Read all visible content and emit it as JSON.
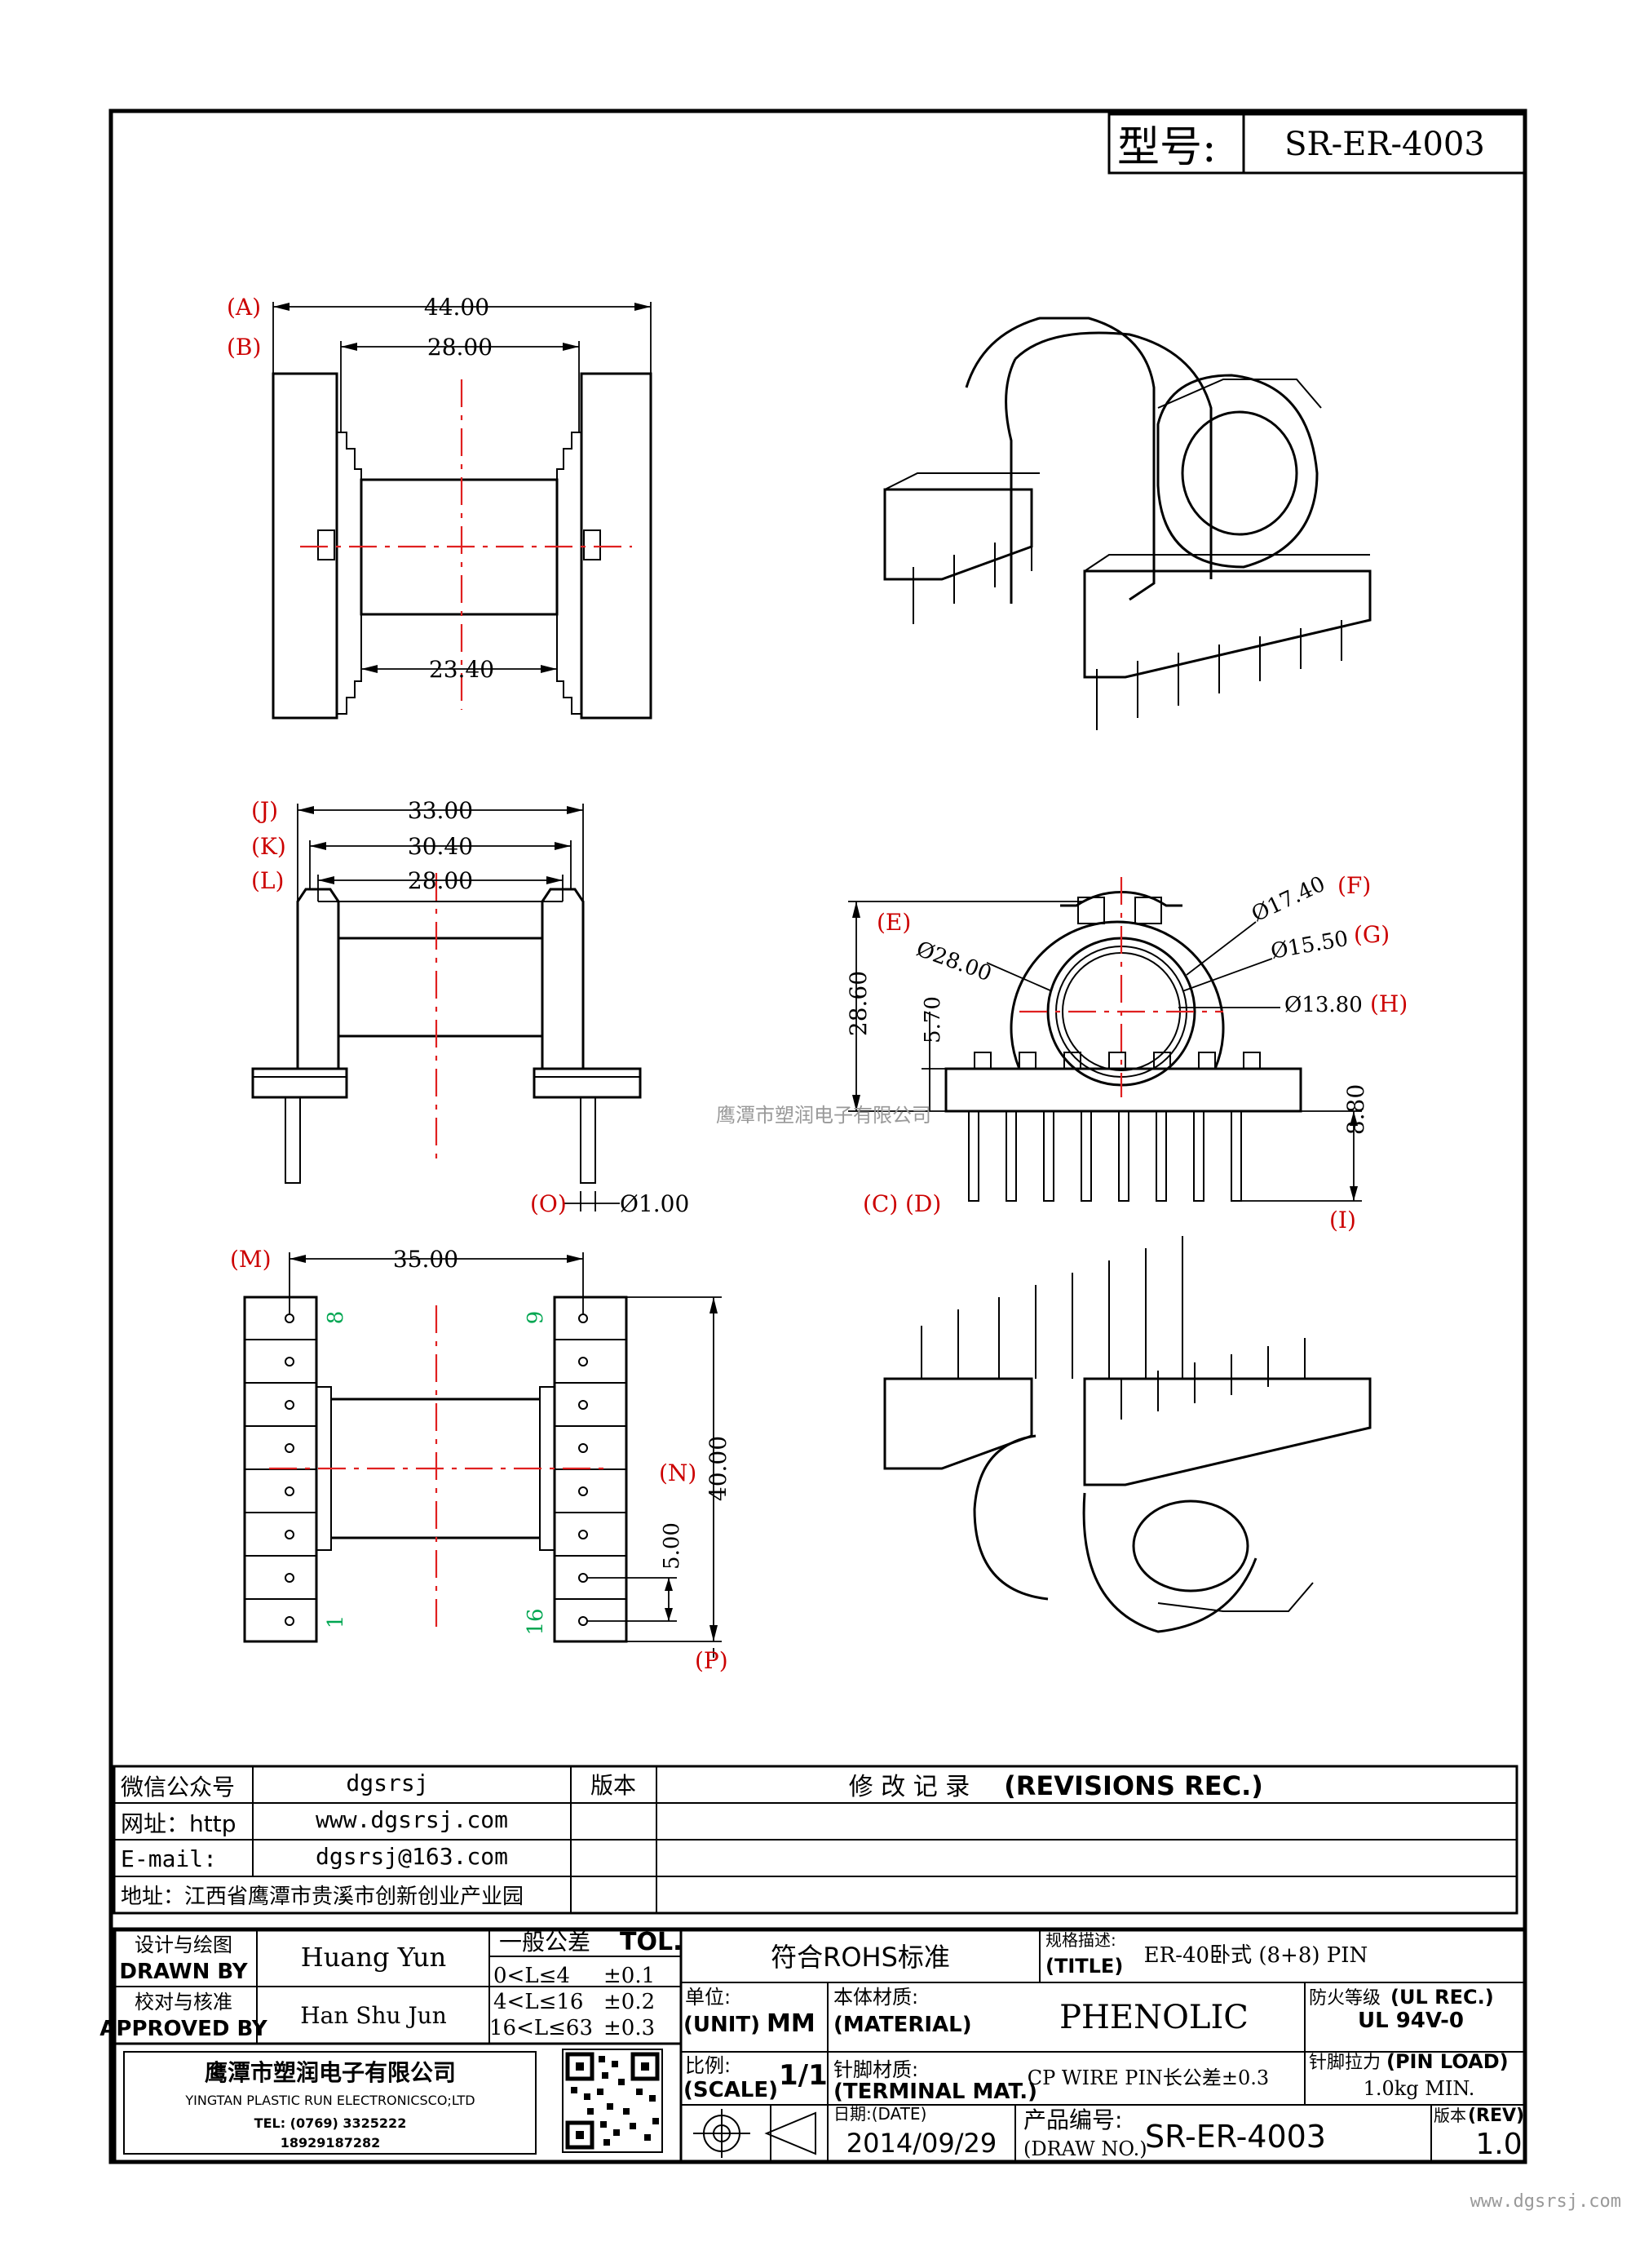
{
  "header": {
    "model_label": "型号:",
    "model_value": "SR-ER-4003"
  },
  "dims": {
    "A": "(A)",
    "A_val": "44.00",
    "B": "(B)",
    "B_val": "28.00",
    "C_under": "23.40",
    "J": "(J)",
    "J_val": "33.00",
    "K": "(K)",
    "K_val": "30.40",
    "L": "(L)",
    "L_val": "28.00",
    "O": "(O)",
    "O_val": "Ø1.00",
    "M": "(M)",
    "M_val": "35.00",
    "N": "(N)",
    "N_val": "40.00",
    "P": "(P)",
    "pitch_val": "5.00",
    "E": "(E)",
    "E_val": "Ø28.00",
    "F": "(F)",
    "F_val": "Ø17.40",
    "G": "(G)",
    "G_val": "Ø15.50",
    "H": "(H)",
    "H_val": "Ø13.80",
    "C": "(C)",
    "D": "(D)",
    "I": "(I)",
    "height_val": "28.60",
    "base_val": "5.70",
    "pin_val": "8.80"
  },
  "pins": {
    "p8": "8",
    "p9": "9",
    "p1": "1",
    "p16": "16"
  },
  "watermark": "鹰潭市塑润电子有限公司",
  "contact": {
    "wechat_label": "微信公众号",
    "wechat_value": "dgsrsj",
    "web_label": "网址：http",
    "web_value": "www.dgsrsj.com",
    "email_label": "E-mail:",
    "email_value": "dgsrsj@163.com",
    "address": "地址：江西省鹰潭市贵溪市创新创业产业园",
    "rev_col": "版本",
    "rev_title_cn": "修 改 记 录",
    "rev_title_en": "(REVISIONS REC.)"
  },
  "titleblock": {
    "drawn_cn": "设计与绘图",
    "drawn_en": "DRAWN BY",
    "drawn_name": "Huang Yun",
    "approved_cn": "校对与核准",
    "approved_en": "APPROVED BY",
    "approved_name": "Han Shu Jun",
    "tol_cn": "一般公差",
    "tol_en": "TOL.",
    "tol_rows": [
      {
        "range": "0<L≤4",
        "val": "±0.1"
      },
      {
        "range": "4<L≤16",
        "val": "±0.2"
      },
      {
        "range": "16<L≤63",
        "val": "±0.3"
      }
    ],
    "rohs": "符合ROHS标准",
    "title_cn": "规格描述:",
    "title_en": "(TITLE)",
    "title_value": "ER-40卧式 (8+8) PIN",
    "unit_cn": "单位:",
    "unit_en": "(UNIT)",
    "unit_value": "MM",
    "material_cn": "本体材质:",
    "material_en": "(MATERIAL)",
    "material_value": "PHENOLIC",
    "ul_cn": "防火等级",
    "ul_en": "(UL REC.)",
    "ul_value": "UL 94V-0",
    "scale_cn": "比例:",
    "scale_en": "(SCALE)",
    "scale_value": "1/1",
    "terminal_cn": "针脚材质:",
    "terminal_en": "(TERMINAL MAT.)",
    "terminal_value": "CP WIRE  PIN长公差±0.3",
    "pinload_cn": "针脚拉力",
    "pinload_en": "(PIN LOAD)",
    "pinload_value": "1.0kg MIN.",
    "date_cn": "日期:(DATE)",
    "date_value": "2014/09/29",
    "drawno_cn": "产品编号:",
    "drawno_en": "(DRAW NO.)",
    "drawno_value": "SR-ER-4003",
    "rev_cn": "版本",
    "rev_en": "(REV)",
    "rev_value": "1.0",
    "company_cn": "鹰潭市塑润电子有限公司",
    "company_en": "YINGTAN PLASTIC RUN ELECTRONICSCO;LTD",
    "tel": "TEL: (0769) 3325222",
    "mobile": "18929187282"
  },
  "footer": {
    "url": "www.dgsrsj.com"
  }
}
